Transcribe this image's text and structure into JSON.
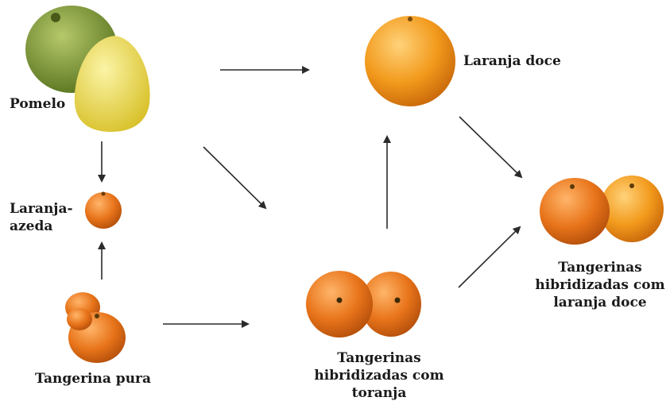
{
  "labels": {
    "pomelo": "Pomelo",
    "laranja_azeda_line1": "Laranja-",
    "laranja_azeda_line2": "azeda",
    "tangerina_pura": "Tangerina pura",
    "laranja_doce": "Laranja doce",
    "hib_toranja_line1": "Tangerinas",
    "hib_toranja_line2": "hibridizadas com",
    "hib_toranja_line3": "toranja",
    "hib_doce_line1": "Tangerinas",
    "hib_doce_line2": "hibridizadas com",
    "hib_doce_line3": "laranja doce"
  },
  "colors": {
    "pomelo_green": "#7f9a3a",
    "pomelo_yellow": "#e9d84a",
    "orange": "#f29a1c",
    "tangerine": "#e8741a",
    "arrow": "#2b2b2b"
  },
  "icons": [
    "pomelo-fruit-icon",
    "laranja-azeda-fruit-icon",
    "tangerina-pura-fruit-icon",
    "laranja-doce-fruit-icon",
    "tangerinas-toranja-fruit-icon",
    "tangerinas-laranja-doce-fruit-icon"
  ]
}
